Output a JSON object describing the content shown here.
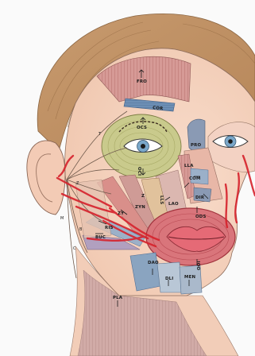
{
  "labels": {
    "fro": "FRO",
    "cor": "COR",
    "ocs": "OCS",
    "oci": "OCI",
    "pro": "PRO",
    "lla": "LLA",
    "com": "COM",
    "dir": "DIR",
    "lao": "LAO",
    "lls": "LLS",
    "z": "Z",
    "zyn": "ZYN",
    "zy": "ZY",
    "ris": "RIS",
    "buc": "BUC",
    "ods": "ODS",
    "ooi": "OOI",
    "dao": "DAO",
    "dli": "DLI",
    "men": "MEN",
    "pla": "PLA"
  },
  "nerves": {
    "t": "T",
    "z": "Z",
    "b": "B",
    "m": "M",
    "c": "C"
  },
  "colors": {
    "orbicularis_oculi": "#c9ca8c",
    "orbicularis_oris": "#d9757b",
    "annotation_red": "#d6222c",
    "blue_muscle": "#6d8fb5"
  }
}
